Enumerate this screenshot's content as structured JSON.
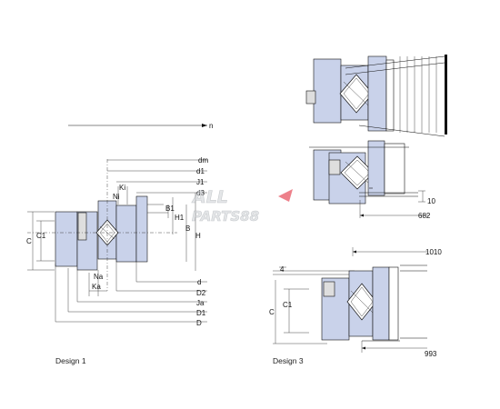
{
  "watermark": {
    "line1": "ALL",
    "line2": "PARTS88"
  },
  "design1": {
    "caption": "Design 1",
    "labels": {
      "n": "n",
      "dm": "dm",
      "d1": "d1",
      "J1": "J1",
      "d3": "d3",
      "Ki": "Ki",
      "Ni": "Ni",
      "B1": "B1",
      "H1": "H1",
      "B": "B",
      "H": "H",
      "C": "C",
      "C1": "C1",
      "Na": "Na",
      "Ka": "Ka",
      "d": "d",
      "D2": "D2",
      "Ja": "Ja",
      "D1": "D1",
      "D": "D"
    }
  },
  "design3": {
    "caption": "Design 3",
    "labels": {
      "dim_10": "10",
      "dim_682": "682",
      "dim_1010": "1010",
      "dim_4": "4",
      "dim_993": "993",
      "C": "C",
      "C1": "C1"
    }
  },
  "colors": {
    "ring_fill": "#c9d2ea",
    "section_fill": "#dedede",
    "logo_accent": "#e0192c"
  }
}
